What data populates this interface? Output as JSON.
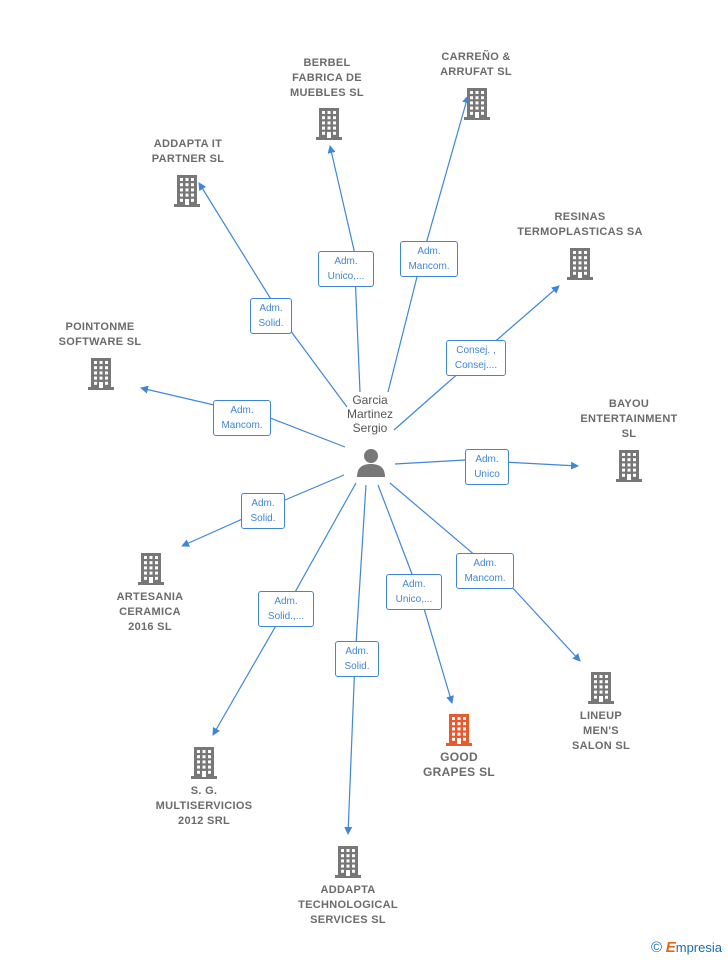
{
  "center": {
    "name": "Garcia\nMartinez\nSergio",
    "icon": "person-icon"
  },
  "colors": {
    "line": "#3f86d9",
    "building": "#777777",
    "highlight": "#e8592e"
  },
  "companies": [
    {
      "id": "berbel",
      "name": "BERBEL\nFABRICA DE\nMUEBLES SL",
      "relation": "Adm.\nUnico,...",
      "highlight": false
    },
    {
      "id": "carreno",
      "name": "CARREÑO &\nARRUFAT  SL",
      "relation": "Adm.\nMancom.",
      "highlight": false
    },
    {
      "id": "addapta-it",
      "name": "ADDAPTA IT\nPARTNER  SL",
      "relation": "Adm.\nSolid.",
      "highlight": false
    },
    {
      "id": "resinas",
      "name": "RESINAS\nTERMOPLASTICAS SA",
      "relation": "Consej. ,\nConsej....",
      "highlight": false
    },
    {
      "id": "pointonme",
      "name": "POINTONME\nSOFTWARE SL",
      "relation": "Adm.\nMancom.",
      "highlight": false
    },
    {
      "id": "bayou",
      "name": "BAYOU\nENTERTAINMENT\nSL",
      "relation": "Adm.\nUnico",
      "highlight": false
    },
    {
      "id": "artesania",
      "name": "ARTESANIA\nCERAMICA\n2016  SL",
      "relation": "Adm.\nSolid.",
      "highlight": false
    },
    {
      "id": "sg",
      "name": "S.  G.\nMULTISERVICIOS\n2012 SRL",
      "relation": "Adm.\nSolid.,...",
      "highlight": false
    },
    {
      "id": "addapta-tech",
      "name": "ADDAPTA\nTECHNOLOGICAL\nSERVICES SL",
      "relation": "Adm.\nSolid.",
      "highlight": false
    },
    {
      "id": "good-grapes",
      "name": "GOOD\nGRAPES  SL",
      "relation": "Adm.\nUnico,...",
      "highlight": true
    },
    {
      "id": "lineup",
      "name": "LINEUP\nMEN'S\nSALON  SL",
      "relation": "Adm.\nMancom.",
      "highlight": false
    }
  ],
  "footer": {
    "copyright": "©",
    "brand_initial": "E",
    "brand_rest": "mpresia"
  }
}
